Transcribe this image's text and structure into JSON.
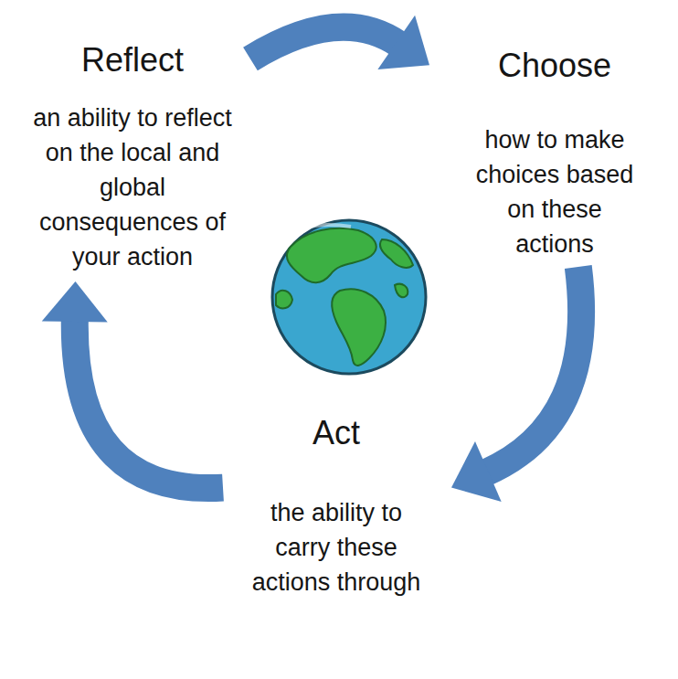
{
  "diagram": {
    "nodes": [
      {
        "text": [
          "Reflect",
          "an ability to reflect on the local and global consequences of your action"
        ]
      },
      {
        "text": [
          "Choose",
          "how to make choices based on these actions"
        ]
      },
      {
        "text": [
          "Act",
          "the ability to carry these actions through"
        ]
      }
    ],
    "edges": [
      {
        "from": 0,
        "to": 1,
        "arrow": "to"
      },
      {
        "from": 1,
        "to": 2,
        "arrow": "to"
      },
      {
        "from": 2,
        "to": 0,
        "arrow": "to"
      }
    ]
  }
}
